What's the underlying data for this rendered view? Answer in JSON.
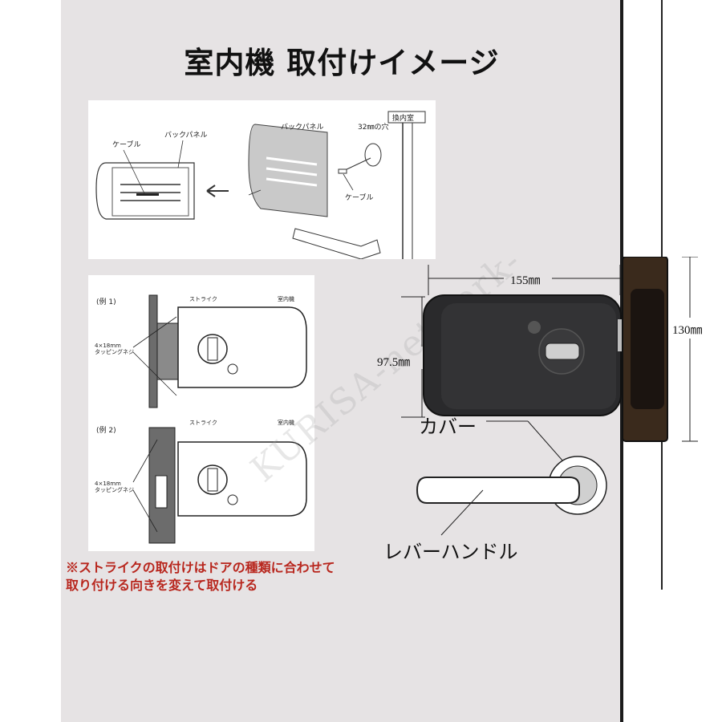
{
  "title": "室内機 取付けイメージ",
  "top_illustration": {
    "left_cable_label": "ケーブル",
    "left_panel_label": "バックパネル",
    "right_panel_label": "バックパネル",
    "hole_label": "32㎜の穴",
    "cable_label": "ケーブル",
    "room_label": "換内室"
  },
  "bottom_illustration": {
    "example1": {
      "label": "(例 1)",
      "strike": "ストライク",
      "unit": "室内機",
      "screw_line1": "4×18mm",
      "screw_line2": "タッピングネジ"
    },
    "example2": {
      "label": "(例 2)",
      "strike": "ストライク",
      "unit": "室内機",
      "screw_line1": "4×18mm",
      "screw_line2": "タッピングネジ"
    }
  },
  "note": {
    "line1": "※ストライクの取付けはドアの種類に合わせて",
    "line2": "取り付ける向きを変えて取付ける"
  },
  "dimensions": {
    "width": "155㎜",
    "height": "97.5㎜",
    "plate_height": "130㎜"
  },
  "labels": {
    "cover": "カバー",
    "lever": "レバーハンドル"
  },
  "watermark": "KURISA-network-"
}
